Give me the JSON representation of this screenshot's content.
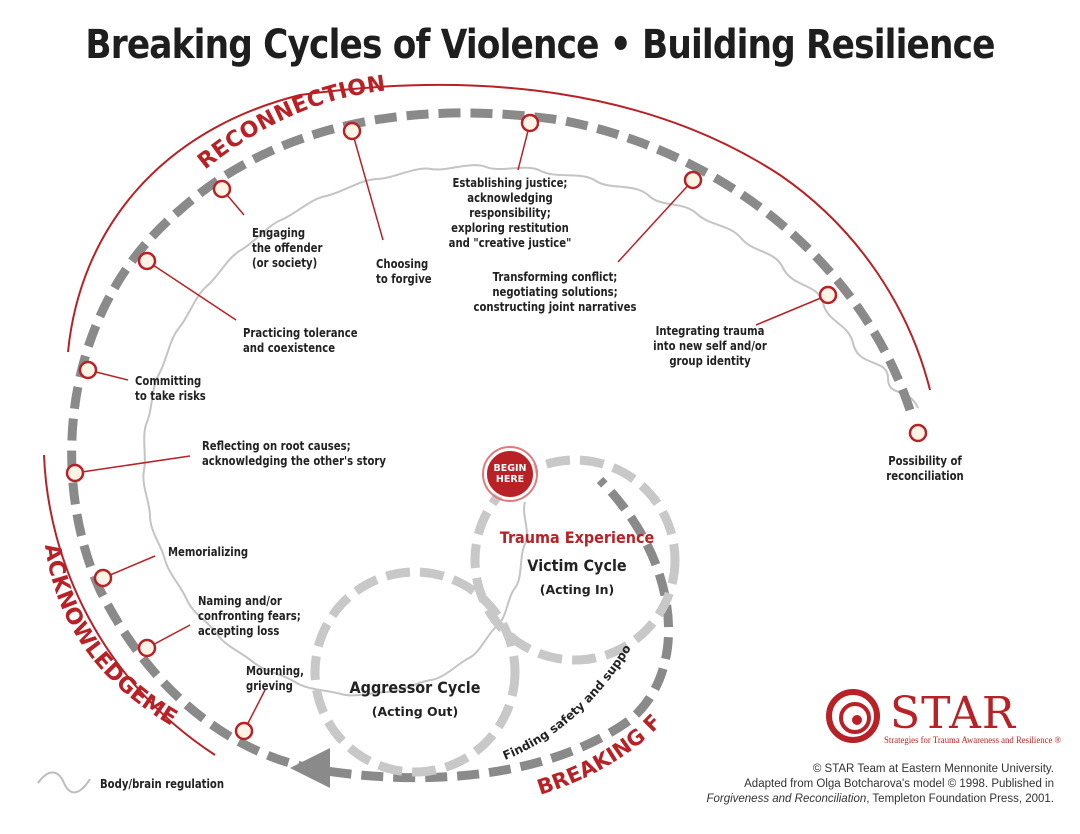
{
  "title": "Breaking Cycles of Violence • Building Resilience",
  "arcs": {
    "reconnection": "RECONNECTION",
    "acknowledgement": "ACKNOWLEDGEMENT",
    "breaking_free": "BREAKING FREE"
  },
  "steps": {
    "mourning": "Mourning,\ngrieving",
    "naming": "Naming and/or\nconfronting fears;\naccepting loss",
    "memorializing": "Memorializing",
    "reflecting": "Reflecting on root causes;\nacknowledging the other's story",
    "committing": "Committing\nto take risks",
    "practicing": "Practicing tolerance\nand coexistence",
    "engaging": "Engaging\nthe offender\n(or society)",
    "choosing": "Choosing\nto forgive",
    "establishing": "Establishing justice;\nacknowledging responsibility;\nexploring restitution\nand \"creative justice\"",
    "transforming": "Transforming conflict;\nnegotiating solutions;\nconstructing joint narratives",
    "integrating": "Integrating trauma\ninto new self and/or\ngroup identity",
    "possibility": "Possibility of\nreconciliation"
  },
  "cycles": {
    "begin_here": [
      "BEGIN",
      "HERE"
    ],
    "trauma": "Trauma Experience",
    "victim_title": "Victim Cycle",
    "victim_sub": "(Acting In)",
    "aggressor_title": "Aggressor Cycle",
    "aggressor_sub": "(Acting Out)",
    "safety": "Finding safety and support"
  },
  "legend": {
    "body_brain": "Body/brain regulation"
  },
  "logo": {
    "name": "STAR",
    "tagline": "Strategies for Trauma Awareness and Resilience ®"
  },
  "credit": {
    "line1": "© STAR Team at Eastern Mennonite University.",
    "line2": "Adapted from Olga Botcharova's model © 1998. Published in",
    "line3_italic": "Forgiveness and Reconciliation",
    "line3_rest": ", Templeton Foundation Press, 2001."
  },
  "colors": {
    "accent_red": "#b82125",
    "arrow_gray": "#8a8a8a",
    "cycle_gray": "#c8c8c8",
    "squiggle": "#bdbdbd"
  }
}
